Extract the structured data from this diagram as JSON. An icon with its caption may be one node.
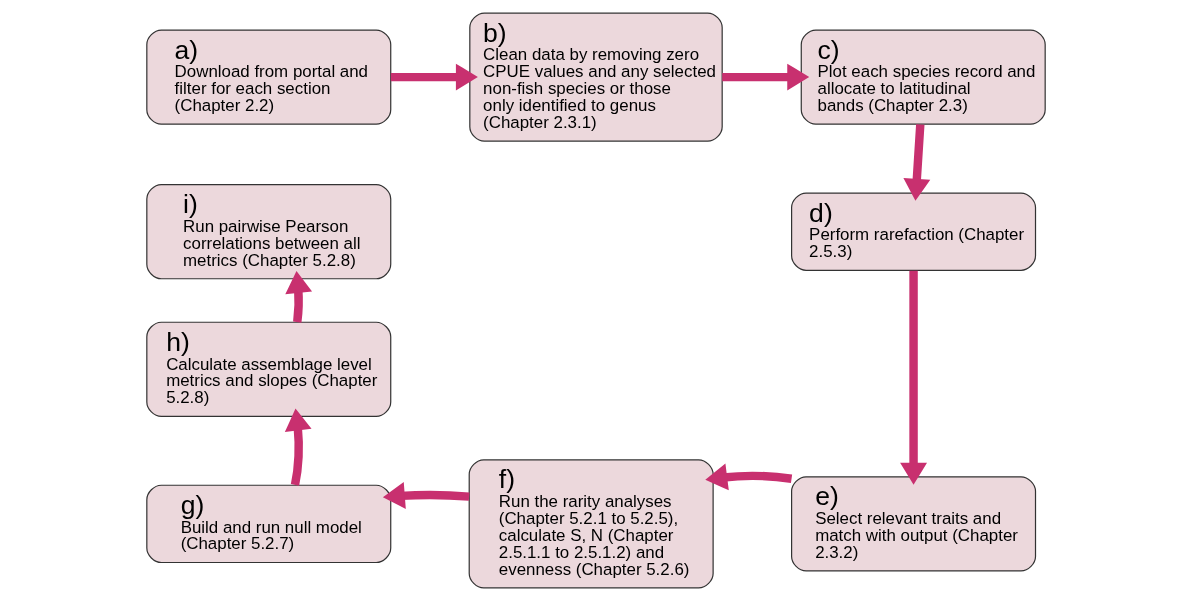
{
  "diagram": {
    "nodes": [
      {
        "text": [
          "a)",
          "Download from portal and filter for each section (Chapter 2.2)"
        ]
      },
      {
        "text": [
          "b)",
          "Clean data by removing zero CPUE values and any selected non-fish species or those only identified to genus (Chapter 2.3.1)"
        ]
      },
      {
        "text": [
          "c)",
          "Plot each species record and allocate to latitudinal bands (Chapter 2.3)"
        ]
      },
      {
        "text": [
          "d)",
          "Perform rarefaction (Chapter 2.5.3)"
        ]
      },
      {
        "text": [
          "e)",
          "Select relevant traits and match with output (Chapter 2.3.2)"
        ]
      },
      {
        "text": [
          "f)",
          "Run the rarity analyses (Chapter 5.2.1 to 5.2.5), calculate S, N (Chapter 2.5.1.1 to 2.5.1.2) and evenness (Chapter 5.2.6)"
        ]
      },
      {
        "text": [
          "g)",
          "Build and run null model (Chapter 5.2.7)"
        ]
      },
      {
        "text": [
          "h)",
          "Calculate assemblage level metrics and slopes (Chapter 5.2.8)"
        ]
      },
      {
        "text": [
          "i)",
          "Run pairwise Pearson correlations between all metrics (Chapter 5.2.8)"
        ]
      }
    ],
    "edges": [
      {
        "from": 0,
        "to": 1,
        "arrow": "to"
      },
      {
        "from": 1,
        "to": 2,
        "arrow": "to"
      },
      {
        "from": 2,
        "to": 3,
        "arrow": "to"
      },
      {
        "from": 3,
        "to": 4,
        "arrow": "to"
      },
      {
        "from": 4,
        "to": 5,
        "arrow": "to"
      },
      {
        "from": 5,
        "to": 6,
        "arrow": "to"
      },
      {
        "from": 6,
        "to": 7,
        "arrow": "to"
      },
      {
        "from": 7,
        "to": 8,
        "arrow": "to"
      }
    ]
  }
}
